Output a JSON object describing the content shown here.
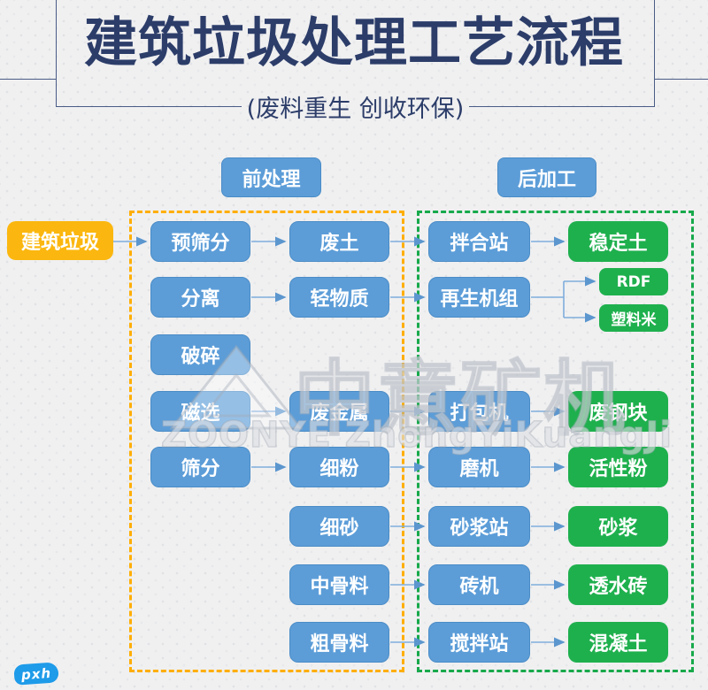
{
  "header": {
    "title": "建筑垃圾处理工艺流程",
    "subtitle": "(废料重生  创收环保)"
  },
  "section_labels": {
    "pre": "前处理",
    "post": "后加工"
  },
  "source_label": "建筑垃圾",
  "flow": {
    "pre": [
      "预筛分",
      "分离",
      "破碎",
      "磁选",
      "筛分"
    ],
    "mid": [
      "废土",
      "轻物质",
      "废金属",
      "细粉",
      "细砂",
      "中骨料",
      "粗骨料"
    ],
    "post": [
      "拌合站",
      "再生机组",
      "打包机",
      "磨机",
      "砂浆站",
      "砖机",
      "搅拌站"
    ],
    "products": [
      "稳定土",
      "RDF",
      "塑料米",
      "废钢块",
      "活性粉",
      "砂浆",
      "透水砖",
      "混凝土"
    ]
  },
  "watermark": {
    "brand_cjk": "中意矿机",
    "brand_latin": "ZOONYE ZhongYiKuangJi"
  },
  "badge_label": "pxh",
  "colors": {
    "title_navy": "#2c3d69",
    "box_blue": "#5c9dd8",
    "box_green": "#1fb04e",
    "box_yellow": "#fbb70f",
    "dash_orange": "#ffae00",
    "dash_green": "#17a94b",
    "arrow_blue": "#7faddc",
    "badge_blue": "#1e9be9"
  }
}
